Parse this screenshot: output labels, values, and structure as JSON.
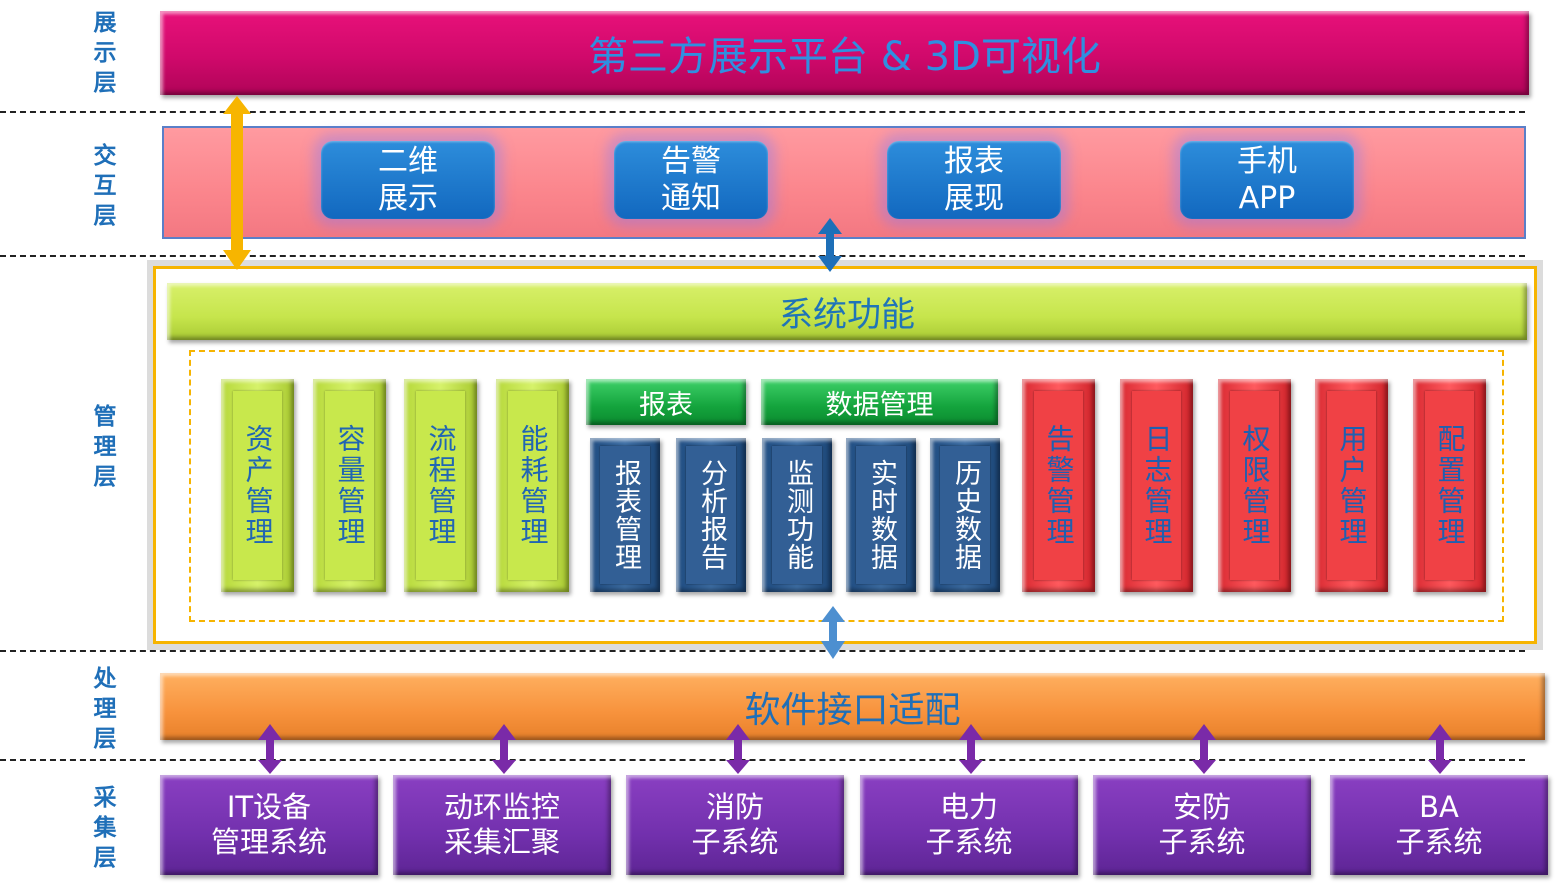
{
  "layers": {
    "display": "展\n示\n层",
    "interaction": "交\n互\n层",
    "management": "管\n理\n层",
    "processing": "处\n理\n层",
    "collection": "采\n集\n层"
  },
  "display_bar": "第三方展示平台 & 3D可视化",
  "interaction_buttons": [
    "二维\n展示",
    "告警\n通知",
    "报表\n展现",
    "手机\nAPP"
  ],
  "system_bar": "系统功能",
  "green_modules": [
    "资产管理",
    "容量管理",
    "流程管理",
    "能耗管理"
  ],
  "report_header": "报表",
  "report_modules": [
    "报表管理",
    "分析报告"
  ],
  "data_header": "数据管理",
  "data_modules": [
    "监测功能",
    "实时数据",
    "历史数据"
  ],
  "red_modules": [
    "告警管理",
    "日志管理",
    "权限管理",
    "用户管理",
    "配置管理"
  ],
  "processing_bar": "软件接口适配",
  "subsystems": [
    "IT设备\n管理系统",
    "动环监控\n采集汇聚",
    "消防\n子系统",
    "电力\n子系统",
    "安防\n子系统",
    "BA\n子系统"
  ],
  "colors": {
    "display": "#d0096b",
    "interaction": "#fb858c",
    "button": "#1268bf",
    "system": "#c6e54c",
    "green_col": "#c8e84c",
    "navy_col": "#325f95",
    "red_col": "#f04145",
    "processing": "#f7923c",
    "subsystem": "#7230ad",
    "arrow_yellow": "#f7b500",
    "arrow_blue": "#1e6fb8",
    "arrow_purple": "#7a2aa8"
  }
}
